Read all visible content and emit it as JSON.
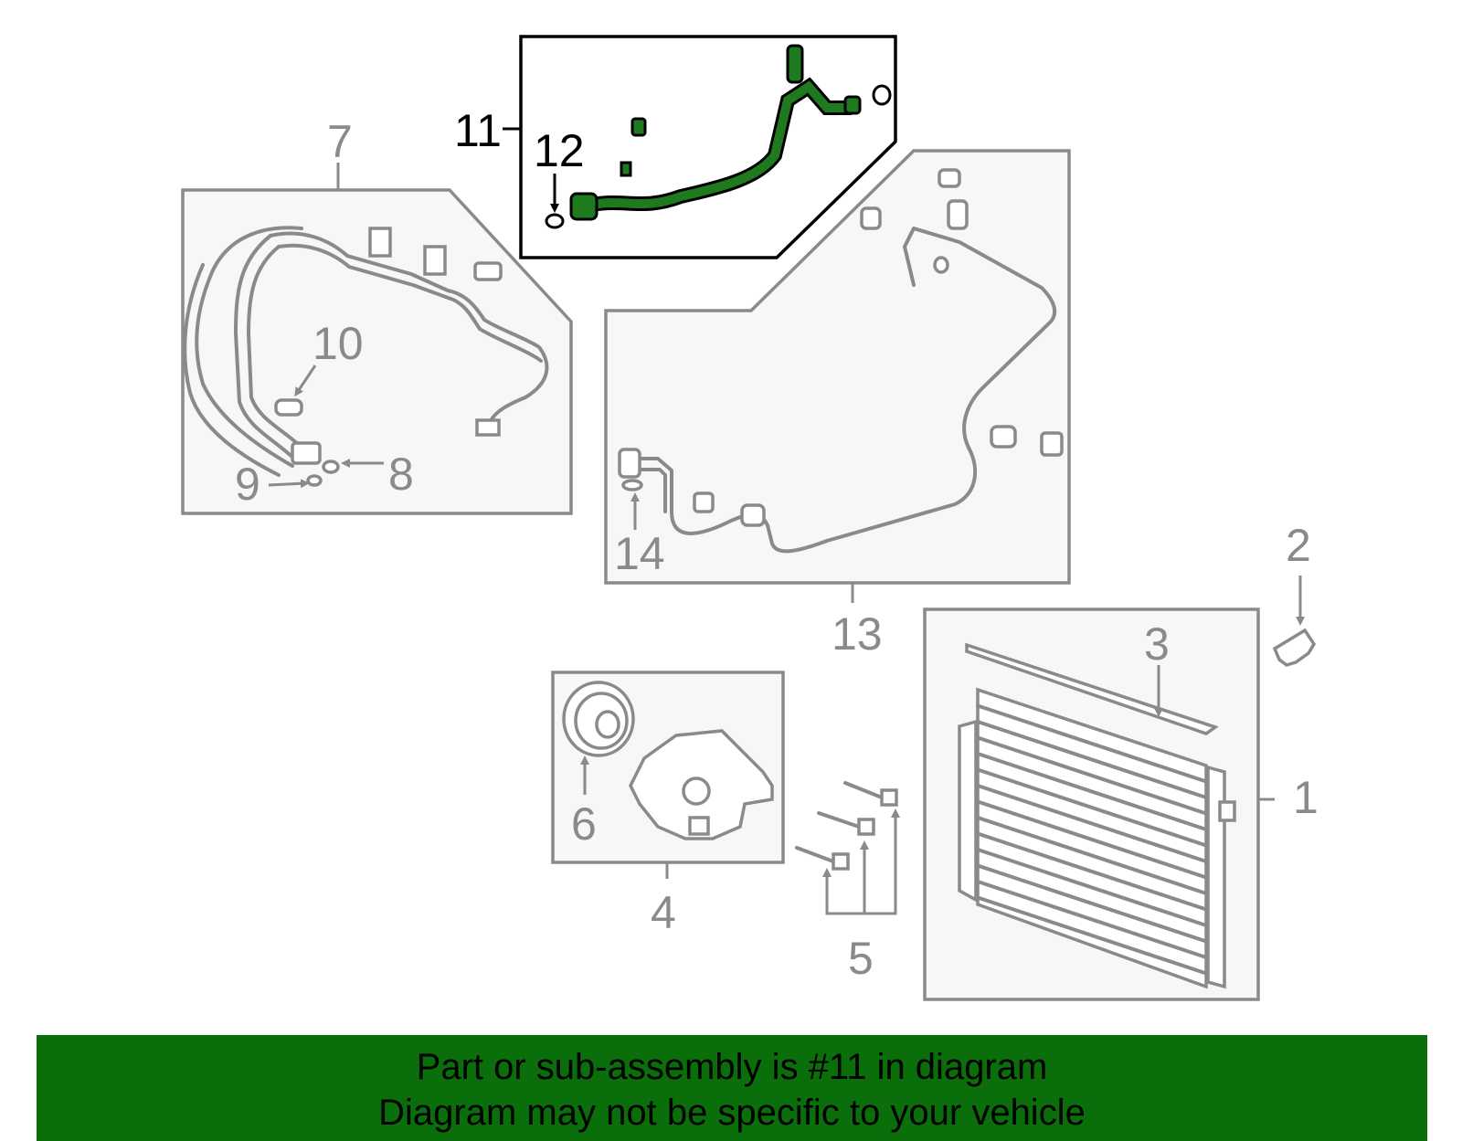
{
  "callouts": {
    "c1": "1",
    "c2": "2",
    "c3": "3",
    "c4": "4",
    "c5": "5",
    "c6": "6",
    "c7": "7",
    "c8": "8",
    "c9": "9",
    "c10": "10",
    "c11": "11",
    "c12": "12",
    "c13": "13",
    "c14": "14"
  },
  "highlighted_part": "11",
  "colors": {
    "highlight": "#1f7a1f",
    "banner": "#0a6e0a",
    "outline": "#8a8a8a"
  },
  "banner": {
    "line1": "Part or sub-assembly is #11 in diagram",
    "line2": "Diagram may not be specific to your vehicle"
  }
}
